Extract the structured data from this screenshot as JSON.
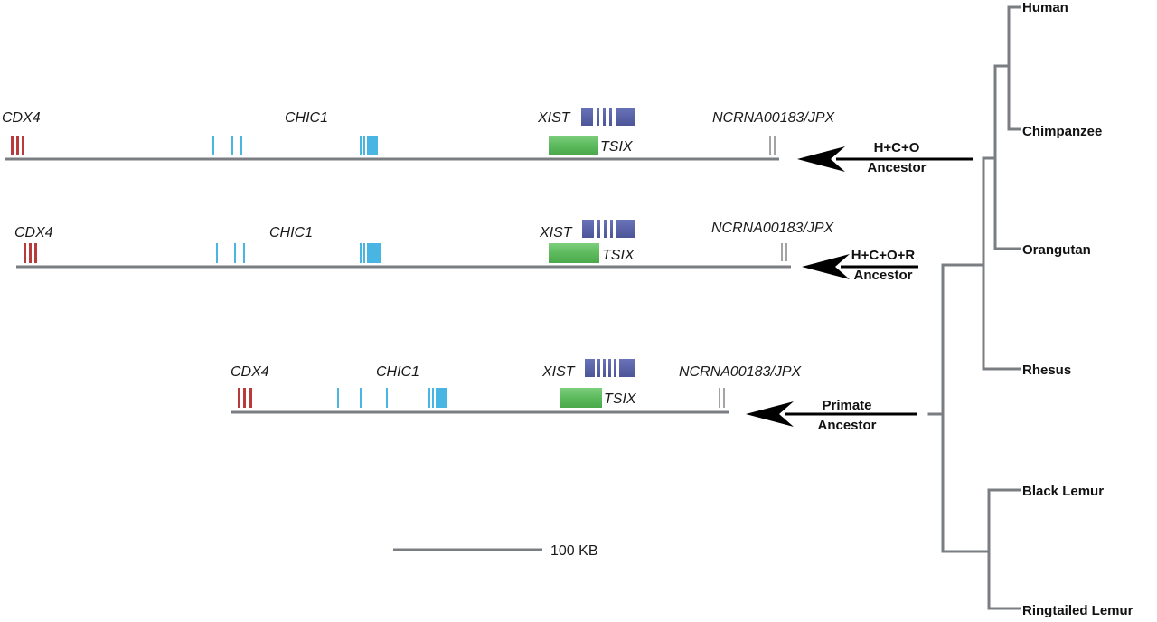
{
  "colors": {
    "line": "#7a7e82",
    "cdx4": "#b83a3a",
    "chic1": "#49b5e2",
    "xist": "#5a63a8",
    "tsix": "#5dba5d",
    "ncrna": "#a4a4a4",
    "arrow": "#000000"
  },
  "loci": [
    {
      "labels": {
        "cdx4": "CDX4",
        "chic1": "CHIC1",
        "xist": "XIST",
        "tsix": "TSIX",
        "ncrna": "NCRNA00183/JPX"
      }
    },
    {
      "labels": {
        "cdx4": "CDX4",
        "chic1": "CHIC1",
        "xist": "XIST",
        "tsix": "TSIX",
        "ncrna": "NCRNA00183/JPX"
      }
    },
    {
      "labels": {
        "cdx4": "CDX4",
        "chic1": "CHIC1",
        "xist": "XIST",
        "tsix": "TSIX",
        "ncrna": "NCRNA00183/JPX"
      }
    }
  ],
  "ancestors": [
    {
      "line1": "H+C+O",
      "line2": "Ancestor"
    },
    {
      "line1": "H+C+O+R",
      "line2": "Ancestor"
    },
    {
      "line1": "Primate",
      "line2": "Ancestor"
    }
  ],
  "species": [
    "Human",
    "Chimpanzee",
    "Orangutan",
    "Rhesus",
    "Black Lemur",
    "Ringtailed Lemur"
  ],
  "scale_bar": {
    "label": "100 KB"
  }
}
